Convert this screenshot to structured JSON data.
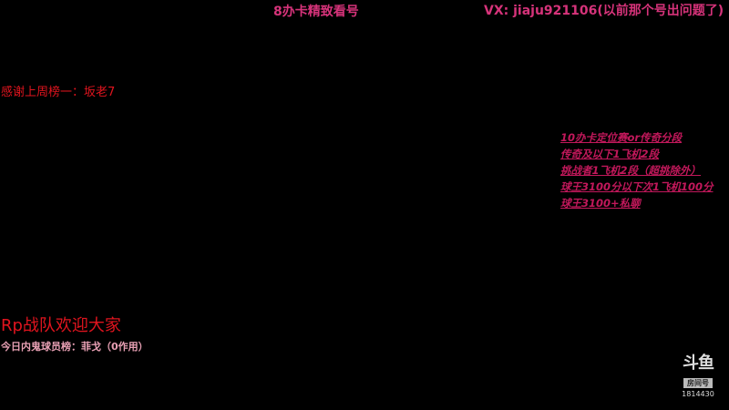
{
  "header": {
    "title": "8办卡精致看号",
    "contact": "VX: jiaju921106(以前那个号出问题了)"
  },
  "thanks": "感谢上周榜一：坂老7",
  "rules": [
    "10办卡定位赛or传奇分段",
    "传奇及以下1飞机2段",
    "挑战者1飞机2段（超挑除外）",
    "球王3100分以下次1飞机100分",
    "球王3100+私聊"
  ],
  "footer": {
    "welcome": "Rp战队欢迎大家",
    "mvp": "今日内鬼球员榜：菲戈（0作用）"
  },
  "logo": {
    "brand": "斗鱼",
    "room_label": "房间号",
    "room_number": "1814430"
  },
  "colors": {
    "pink": "#d6337a",
    "red": "#e0141e",
    "magenta": "#c2185b"
  }
}
